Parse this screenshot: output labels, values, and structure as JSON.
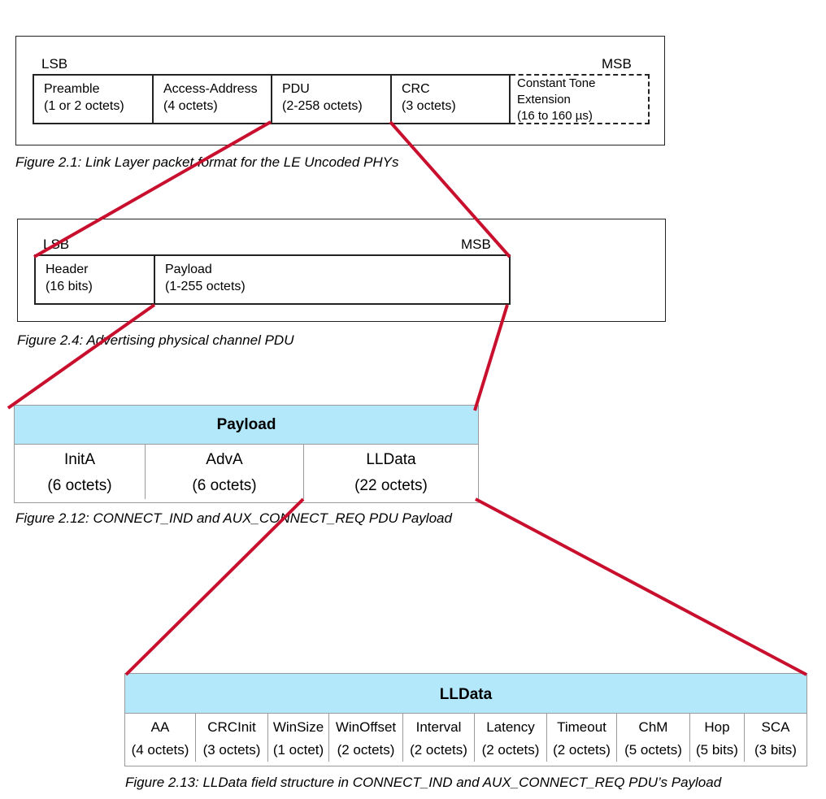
{
  "figure1": {
    "lsb": "LSB",
    "msb": "MSB",
    "fields": [
      {
        "name": "Preamble",
        "size": "(1 or 2 octets)"
      },
      {
        "name": "Access-Address",
        "size": "(4 octets)"
      },
      {
        "name": "PDU",
        "size": "(2-258 octets)"
      },
      {
        "name": "CRC",
        "size": "(3 octets)"
      }
    ],
    "cte": {
      "line1": "Constant Tone",
      "line2": "Extension",
      "line3": "(16 to 160 µs)"
    },
    "caption": "Figure 2.1:  Link Layer packet format for the LE Uncoded PHYs"
  },
  "figure2": {
    "lsb": "LSB",
    "msb": "MSB",
    "fields": [
      {
        "name": "Header",
        "size": "(16 bits)"
      },
      {
        "name": "Payload",
        "size": "(1-255 octets)"
      }
    ],
    "caption": "Figure 2.4:  Advertising physical channel PDU"
  },
  "figure3": {
    "title": "Payload",
    "fields": [
      {
        "name": "InitA",
        "size": "(6 octets)"
      },
      {
        "name": "AdvA",
        "size": "(6 octets)"
      },
      {
        "name": "LLData",
        "size": "(22 octets)"
      }
    ],
    "caption": "Figure 2.12:   CONNECT_IND and AUX_CONNECT_REQ PDU Payload"
  },
  "figure4": {
    "title": "LLData",
    "fields": [
      {
        "name": "AA",
        "size": "(4 octets)"
      },
      {
        "name": "CRCInit",
        "size": "(3 octets)"
      },
      {
        "name": "WinSize",
        "size": "(1 octet)"
      },
      {
        "name": "WinOffset",
        "size": "(2 octets)"
      },
      {
        "name": "Interval",
        "size": "(2 octets)"
      },
      {
        "name": "Latency",
        "size": "(2 octets)"
      },
      {
        "name": "Timeout",
        "size": "(2 octets)"
      },
      {
        "name": "ChM",
        "size": "(5 octets)"
      },
      {
        "name": "Hop",
        "size": "(5 bits)"
      },
      {
        "name": "SCA",
        "size": "(3 bits)"
      }
    ],
    "caption": "Figure 2.13:  LLData field structure in CONNECT_IND and AUX_CONNECT_REQ PDU’s Payload"
  },
  "colors": {
    "connector": "#c8102e",
    "table_header": "#b3e7fa"
  }
}
